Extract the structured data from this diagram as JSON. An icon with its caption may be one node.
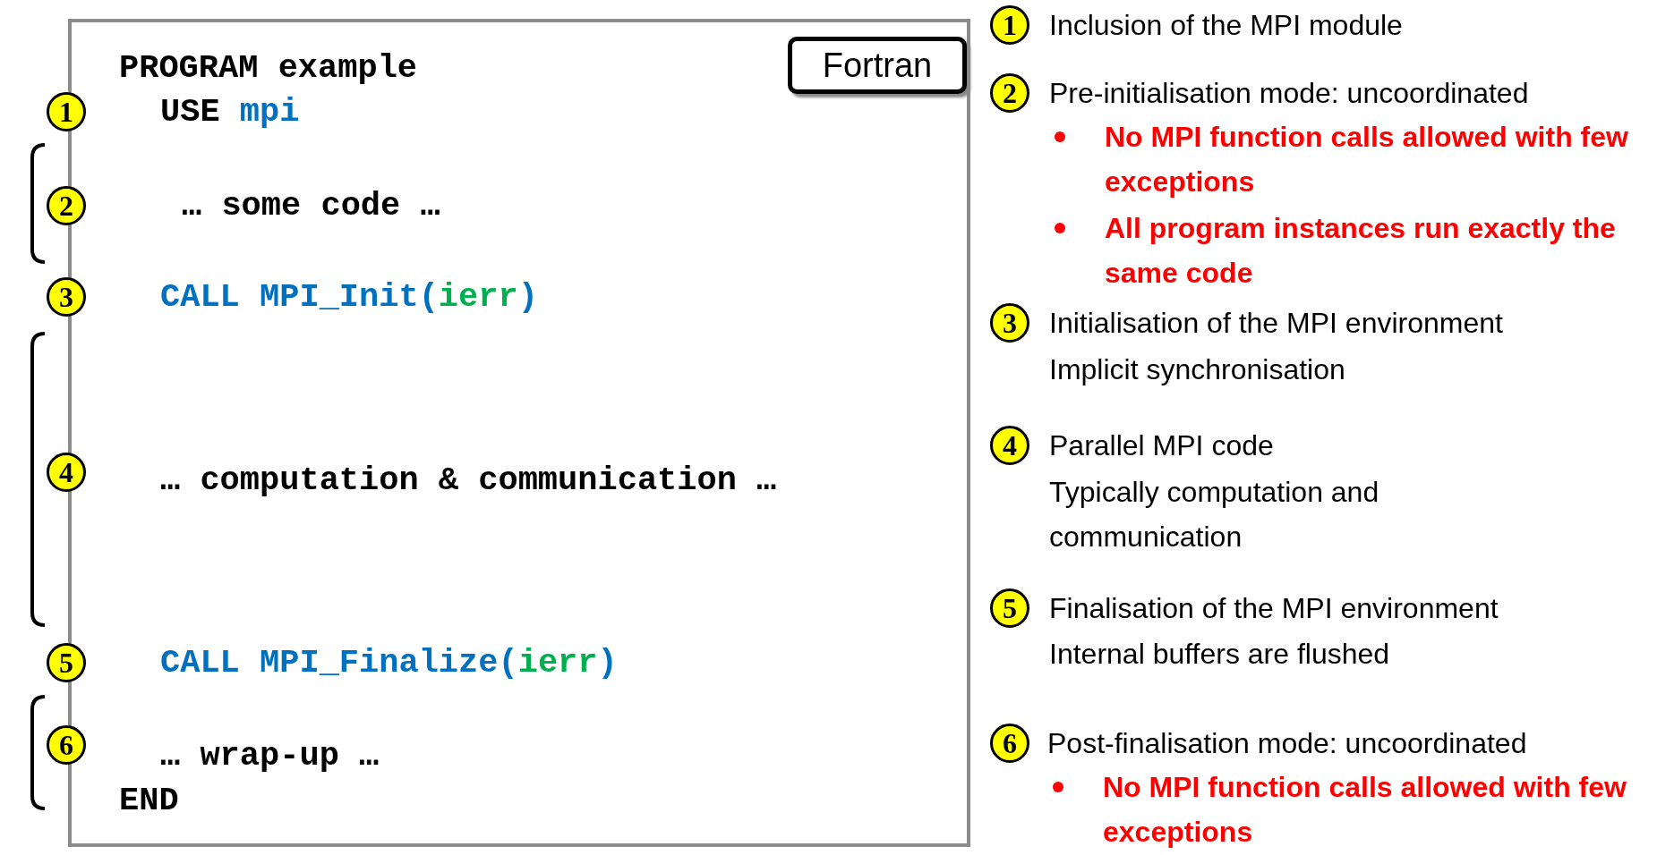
{
  "diagram": {
    "nodes": [
      {
        "text": [
          "PROGRAM example",
          "USE mpi",
          "… some code …",
          "CALL MPI_Init(ierr)",
          "… computation & communication …",
          "CALL MPI_Finalize(ierr)",
          "… wrap-up …",
          "END"
        ]
      },
      {
        "text": [
          "Fortran"
        ],
        "in": 0
      }
    ],
    "labels": [
      "1",
      "2",
      "3",
      "4",
      "5",
      "6",
      "1",
      "Inclusion of the MPI module",
      "2",
      "Pre-initialisation mode: uncoordinated",
      "No MPI function calls allowed with few exceptions",
      "All program instances run exactly the same code",
      "3",
      "Initialisation of the MPI environment",
      "Implicit synchronisation",
      "4",
      "Parallel MPI code",
      "Typically computation and communication",
      "5",
      "Finalisation of the MPI environment",
      "Internal buffers are flushed",
      "6",
      "Post-finalisation mode: uncoordinated",
      "No MPI function calls allowed with few exceptions"
    ]
  }
}
